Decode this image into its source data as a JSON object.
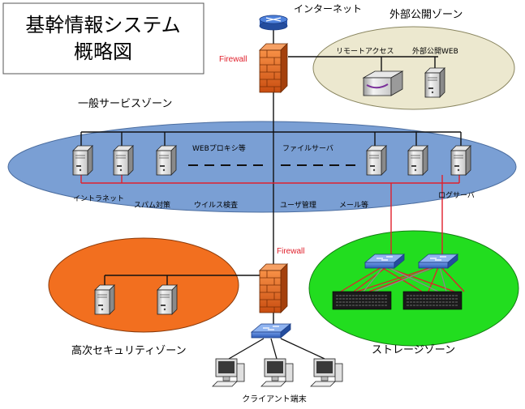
{
  "title": {
    "line1": "基幹情報システム",
    "line2": "概略図"
  },
  "internet": {
    "label": "インターネット"
  },
  "firewall_top": {
    "label": "Firewall"
  },
  "firewall_mid": {
    "label": "Firewall"
  },
  "public_zone": {
    "title": "外部公開ゾーン",
    "labels": {
      "remote_access": "リモートアクセス",
      "public_web": "外部公開WEB"
    }
  },
  "general_zone": {
    "title": "一般サービスゾーン",
    "labels": {
      "web_proxy": "WEBプロキシ等",
      "file_server": "ファイルサーバ",
      "intranet": "イントラネット",
      "spam": "スパム対策",
      "virus": "ウイルス検査",
      "user_mgmt": "ユーザ管理",
      "mail": "メール等",
      "log_server": "ログサーバ"
    }
  },
  "security_zone": {
    "title": "高次セキュリティゾーン"
  },
  "storage_zone": {
    "title": "ストレージゾーン"
  },
  "clients": {
    "label": "クライアント端末"
  },
  "colors": {
    "general_zone": "#7a9fd4",
    "public_zone": "#ece8cf",
    "security_zone": "#f26f1f",
    "storage_zone": "#22dd1f",
    "firewall": "#e8641c",
    "storage_link": "#e0202c",
    "switch": "#3b6fd0"
  }
}
